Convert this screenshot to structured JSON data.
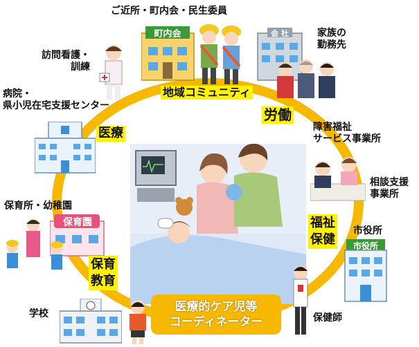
{
  "colors": {
    "ring": "#f6b800",
    "highlight": "#fff200",
    "building_blue": "#3a8fd6",
    "sign_green": "#3a9a3a",
    "scene_bg": "#e8eef8"
  },
  "labels": {
    "neighborhood": "ご近所・町内会・民生委員",
    "family_work_1": "家族の",
    "family_work_2": "勤務先",
    "visit_nursing_1": "訪問看護・",
    "visit_nursing_2": "訓練",
    "hospital_1": "病院・",
    "hospital_2": "県小児在宅支援センター",
    "disability_1": "障害福祉",
    "disability_2": "サービス事業所",
    "consult_1": "相談支援",
    "consult_2": "事業所",
    "nursery": "保育所・幼稚園",
    "city_hall": "市役所",
    "school": "学校",
    "health_nurse": "保健師"
  },
  "categories": {
    "community": "地域コミュニティ",
    "labor": "労働",
    "medical": "医療",
    "welfare_1": "福祉",
    "welfare_2": "保健",
    "childcare_1": "保育",
    "childcare_2": "教育"
  },
  "center": {
    "line1": "医療的ケア児等",
    "line2": "コーディネーター"
  },
  "signs": {
    "town_hall": "町内会",
    "company": "会 社",
    "nursery": "保育園",
    "city_hall": "市役所"
  }
}
